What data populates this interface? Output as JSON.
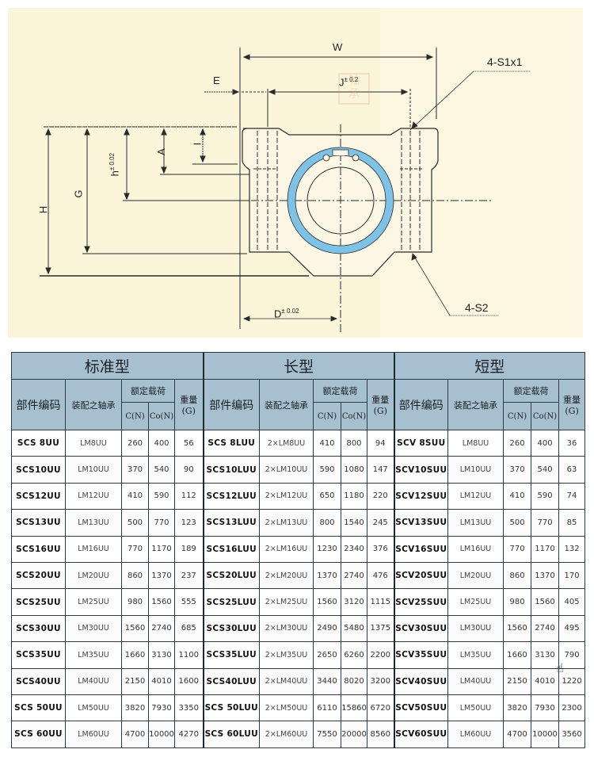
{
  "diagram": {
    "labels": {
      "W": "W",
      "J": "J",
      "J_tol": "± 0.2",
      "E": "E",
      "S1": "4-S1x1",
      "S2": "4-S2",
      "H": "H",
      "G": "G",
      "h": "h",
      "h_tol": "± 0.02",
      "A": "A",
      "I": "I",
      "D": "D",
      "D_tol": "± 0.02"
    },
    "colors": {
      "background": "#fbf5da",
      "bearing_ring": "#7ec3e6",
      "line": "#2a2a2a"
    }
  },
  "table": {
    "groups": [
      "标准型",
      "长型",
      "短型"
    ],
    "subheaders": {
      "part_code": "部件编码",
      "assembled_bearing": "装配之轴承",
      "rated_load": "额定载荷",
      "c": "C(N)",
      "co": "Co(N)",
      "weight": "重量\n(G)",
      "weight_line1": "重量",
      "weight_line2": "(G)"
    },
    "colors": {
      "header_bg": "#a7c0d0",
      "border": "#2b3a44"
    },
    "rows": [
      {
        "std": [
          "SCS 8UU",
          "LM8UU",
          "260",
          "400",
          "56"
        ],
        "long": [
          "SCS 8LUU",
          "2×LM8UU",
          "410",
          "800",
          "94"
        ],
        "short": [
          "SCV 8SUU",
          "LM8UU",
          "260",
          "400",
          "36"
        ]
      },
      {
        "std": [
          "SCS10UU",
          "LM10UU",
          "370",
          "540",
          "90"
        ],
        "long": [
          "SCS10LUU",
          "2×LM10UU",
          "590",
          "1080",
          "147"
        ],
        "short": [
          "SCV10SUU",
          "LM10UU",
          "370",
          "540",
          "63"
        ]
      },
      {
        "std": [
          "SCS12UU",
          "LM12UU",
          "410",
          "590",
          "112"
        ],
        "long": [
          "SCS12LUU",
          "2×LM12UU",
          "650",
          "1180",
          "220"
        ],
        "short": [
          "SCV12SUU",
          "LM12UU",
          "410",
          "590",
          "74"
        ]
      },
      {
        "std": [
          "SCS13UU",
          "LM13UU",
          "500",
          "770",
          "123"
        ],
        "long": [
          "SCS13LUU",
          "2×LM13UU",
          "800",
          "1540",
          "245"
        ],
        "short": [
          "SCV13SUU",
          "LM13UU",
          "500",
          "770",
          "85"
        ]
      },
      {
        "std": [
          "SCS16UU",
          "LM16UU",
          "770",
          "1170",
          "189"
        ],
        "long": [
          "SCS16LUU",
          "2×LM16UU",
          "1230",
          "2340",
          "376"
        ],
        "short": [
          "SCV16SUU",
          "LM16UU",
          "770",
          "1170",
          "132"
        ]
      },
      {
        "std": [
          "SCS20UU",
          "LM20UU",
          "860",
          "1370",
          "237"
        ],
        "long": [
          "SCS20LUU",
          "2×LM20UU",
          "1370",
          "2740",
          "476"
        ],
        "short": [
          "SCV20SUU",
          "LM20UU",
          "860",
          "1370",
          "170"
        ]
      },
      {
        "std": [
          "SCS25UU",
          "LM25UU",
          "980",
          "1560",
          "555"
        ],
        "long": [
          "SCS25LUU",
          "2×LM25UU",
          "1560",
          "3120",
          "1115"
        ],
        "short": [
          "SCV25SUU",
          "LM25UU",
          "980",
          "1560",
          "405"
        ]
      },
      {
        "std": [
          "SCS30UU",
          "LM30UU",
          "1560",
          "2740",
          "685"
        ],
        "long": [
          "SCS30LUU",
          "2×LM30UU",
          "2490",
          "5480",
          "1375"
        ],
        "short": [
          "SCV30SUU",
          "LM30UU",
          "1560",
          "2740",
          "495"
        ]
      },
      {
        "std": [
          "SCS35UU",
          "LM35UU",
          "1660",
          "3130",
          "1100"
        ],
        "long": [
          "SCS35LUU",
          "2×LM35UU",
          "2650",
          "6260",
          "2200"
        ],
        "short": [
          "SCV35SUU",
          "LM35UU",
          "1660",
          "3130",
          "790"
        ]
      },
      {
        "std": [
          "SCS40UU",
          "LM40UU",
          "2150",
          "4010",
          "1600"
        ],
        "long": [
          "SCS40LUU",
          "2×LM40UU",
          "3440",
          "8020",
          "3200"
        ],
        "short": [
          "SCV40SUU",
          "LM40UU",
          "2150",
          "4010",
          "1220"
        ]
      },
      {
        "std": [
          "SCS 50UU",
          "LM50UU",
          "3820",
          "7930",
          "3350"
        ],
        "long": [
          "SCS 50LUU",
          "2×LM50UU",
          "6110",
          "15860",
          "6720"
        ],
        "short": [
          "SCV50SUU",
          "LM50UU",
          "3820",
          "7930",
          "2300"
        ]
      },
      {
        "std": [
          "SCS 60UU",
          "LM60UU",
          "4700",
          "10000",
          "4270"
        ],
        "long": [
          "SCS 60LUU",
          "2×LM60UU",
          "7550",
          "20000",
          "8560"
        ],
        "short": [
          "SCV60SUU",
          "LM60UU",
          "4700",
          "10000",
          "3560"
        ]
      }
    ]
  },
  "cursor": {
    "icon": "hand-pointer-icon"
  }
}
